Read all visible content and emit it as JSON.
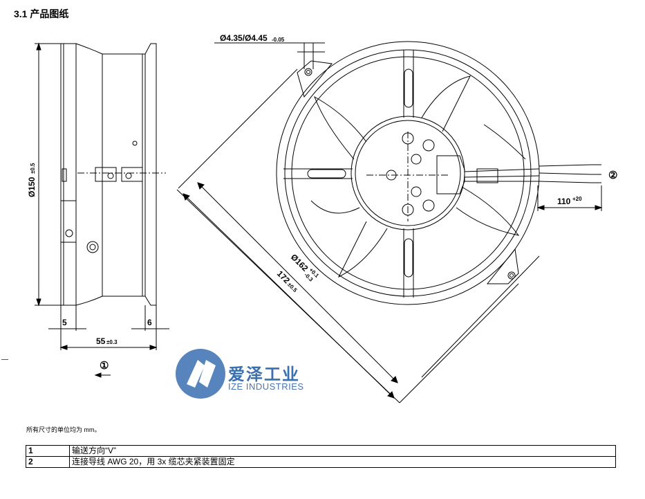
{
  "heading": "3.1 产品图纸",
  "dimensions": {
    "hole": "Ø4.35/Ø4.45",
    "hole_tol": "-0.05",
    "diameter_150": "Ø150",
    "diameter_150_tol": "±0.5",
    "depth_55": "55",
    "depth_55_tol": "±0.3",
    "side_5": "5",
    "side_6": "6",
    "diameter_162": "Ø162",
    "diameter_162_tol_up": "+0.1",
    "diameter_162_tol_down": "-0.3",
    "diag_172": "172",
    "diag_172_tol": "±0.5",
    "cable_110": "110",
    "cable_110_tol": "+20"
  },
  "markers": {
    "one": "①",
    "two": "②"
  },
  "logo": {
    "name": "爱泽工业",
    "sub": "IZE INDUSTRIES",
    "color": "#3a6fb0"
  },
  "unit_note": "所有尺寸的单位均为 mm。",
  "legend": [
    {
      "num": "1",
      "text": "输送方向“V”"
    },
    {
      "num": "2",
      "text": "连接导线 AWG 20，用 3x 缆芯夹紧装置固定"
    }
  ]
}
